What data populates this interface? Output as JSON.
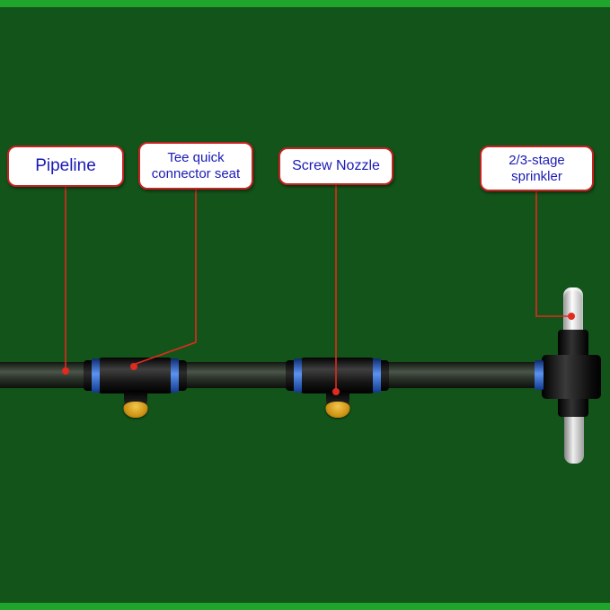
{
  "callouts": {
    "pipeline": {
      "text": "Pipeline"
    },
    "tee": {
      "line1": "Tee quick",
      "line2": "connector seat"
    },
    "nozzle": {
      "text": "Screw Nozzle"
    },
    "sprinkler": {
      "line1": "2/3-stage",
      "line2": "sprinkler"
    }
  },
  "colors": {
    "background_green": "#13541a",
    "border_stripe_green": "#1fa52c",
    "callout_border_red": "#c52222",
    "callout_text_blue": "#1a1ab5",
    "leader_line_red": "#e02b1e",
    "connector_ring_blue": "#5b93f2",
    "nozzle_yellow": "#cf9414",
    "sprinkler_tube_white": "#fdfdfd",
    "pipe_dark": "#2c342b"
  }
}
